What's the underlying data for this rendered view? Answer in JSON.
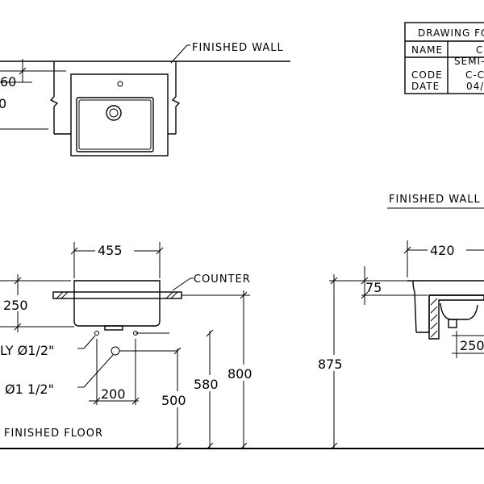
{
  "title_block": {
    "header": "DRAWING FO",
    "name_label": "NAME",
    "name_value_1": "C",
    "name_value_2": "SEMI-",
    "code_label": "CODE",
    "code_value": "C-C",
    "date_label": "DATE",
    "date_value": "04/"
  },
  "labels": {
    "finished_wall_top": "FINISHED WALL",
    "finished_wall_right": "FINISHED WALL",
    "counter": "COUNTER",
    "finished_floor": "FINISHED FLOOR",
    "supply": "LY Ø1/2\"",
    "waste": "Ø1 1/2\""
  },
  "dimensions": {
    "top_60": "60",
    "top_partial": "0",
    "width_455": "455",
    "height_250": "250",
    "spacing_200": "200",
    "height_500": "500",
    "height_580": "580",
    "height_800": "800",
    "height_875": "875",
    "width_420": "420",
    "depth_75": "75",
    "right_250": "250"
  },
  "colors": {
    "line": "#000000",
    "background": "#ffffff"
  }
}
